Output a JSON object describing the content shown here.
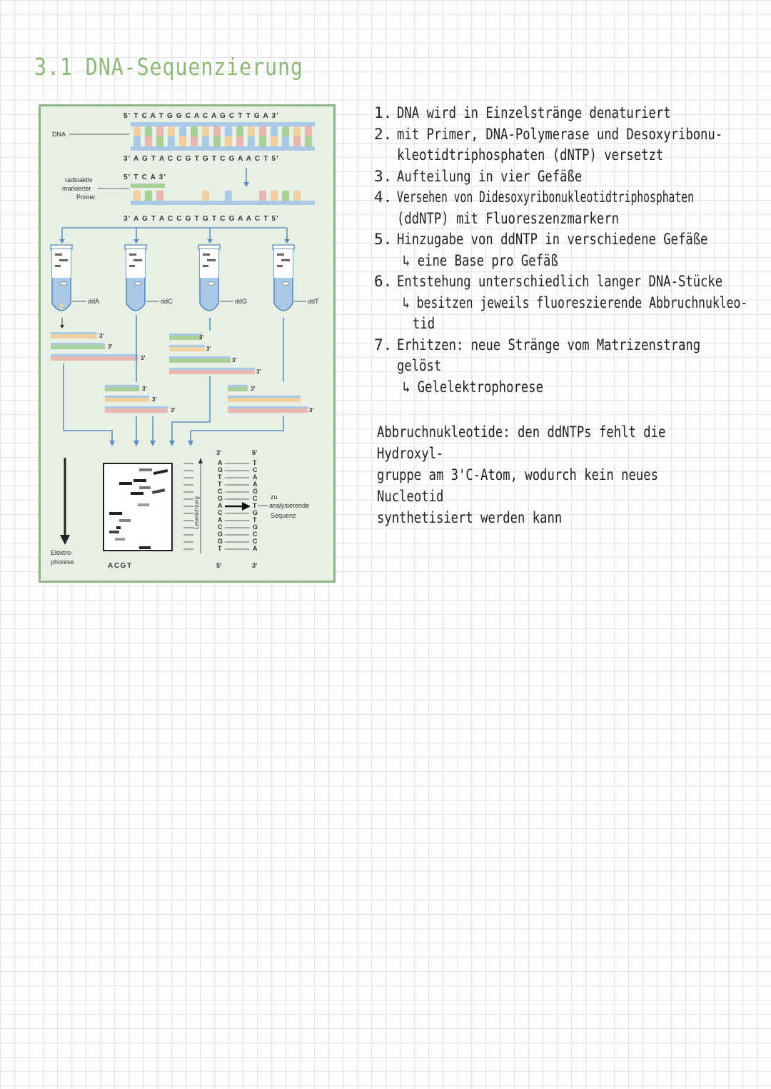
{
  "title": "3.1 DNA-Sequenzierung",
  "figure": {
    "dna_label": "DNA",
    "primer_label_1": "radioaktiv",
    "primer_label_2": "markierter",
    "primer_label_3": "Primer",
    "strand_top": "5' T C A T G G C A C A G C T T G A 3'",
    "strand_bottom": "3' A G T A C C G T G T C G A A C T 5'",
    "primer_seq": "5' T C A 3'",
    "strand_bottom_2": "3' A G T A C C G T G T C G A A C T 5'",
    "tubes": [
      "ddA",
      "ddC",
      "ddG",
      "ddT"
    ],
    "three_prime": "3'",
    "electrophoresis_1": "Elektro-",
    "electrophoresis_2": "phorese",
    "gel_lanes": "ACGT",
    "read_direction": "Leserichtung",
    "read_seq": [
      "3'",
      "A",
      "G",
      "T",
      "T",
      "C",
      "G",
      "A",
      "C",
      "A",
      "C",
      "G",
      "G",
      "T",
      "5'"
    ],
    "analysed_seq": [
      "5'",
      "T",
      "C",
      "A",
      "A",
      "G",
      "C",
      "T",
      "G",
      "T",
      "G",
      "C",
      "C",
      "A",
      "3'"
    ],
    "zu_label_1": "zu",
    "zu_label_2": "analysierende",
    "zu_label_3": "Sequenz"
  },
  "notes": {
    "items": [
      {
        "num": "1.",
        "lines": [
          "DNA wird in Einzelstränge denaturiert"
        ]
      },
      {
        "num": "2.",
        "lines": [
          "mit Primer, DNA-Polymerase und Desoxyribonu-",
          "kleotidtriphosphaten (dNTP) versetzt"
        ]
      },
      {
        "num": "3.",
        "lines": [
          "Aufteilung in vier Gefäße"
        ]
      },
      {
        "num": "4.",
        "lines": [
          "Versehen von Didesoxyribonukleotidtriphosphaten",
          "(ddNTP) mit Fluoreszenzmarkern"
        ]
      },
      {
        "num": "5.",
        "lines": [
          "Hinzugabe von ddNTP in verschiedene Gefäße"
        ],
        "sub": [
          "↳ eine Base pro Gefäß"
        ]
      },
      {
        "num": "6.",
        "lines": [
          "Entstehung unterschiedlich langer DNA-Stücke"
        ],
        "sub": [
          "↳ besitzen jeweils fluoreszierende Abbruchnukleo-"
        ],
        "sub2": [
          "tid"
        ]
      },
      {
        "num": "7.",
        "lines": [
          "Erhitzen: neue Stränge vom Matrizenstrang",
          "gelöst"
        ],
        "sub": [
          "↳ Gelelektrophorese"
        ]
      }
    ]
  },
  "definition": [
    "Abbruchnukleotide: den ddNTPs fehlt die Hydroxyl-",
    "gruppe am 3'C-Atom, wodurch kein neues Nucleotid",
    "synthetisiert werden kann"
  ],
  "colors": {
    "title": "#8fb878",
    "figure_bg": "#e8f0e6",
    "figure_border": "#8fb484",
    "arrow_blue": "#5b8fbf",
    "nuc_orange": "#f2cf9e",
    "nuc_green": "#a8cf95",
    "nuc_blue": "#a9c9e6",
    "nuc_pink": "#e8b8b0"
  }
}
